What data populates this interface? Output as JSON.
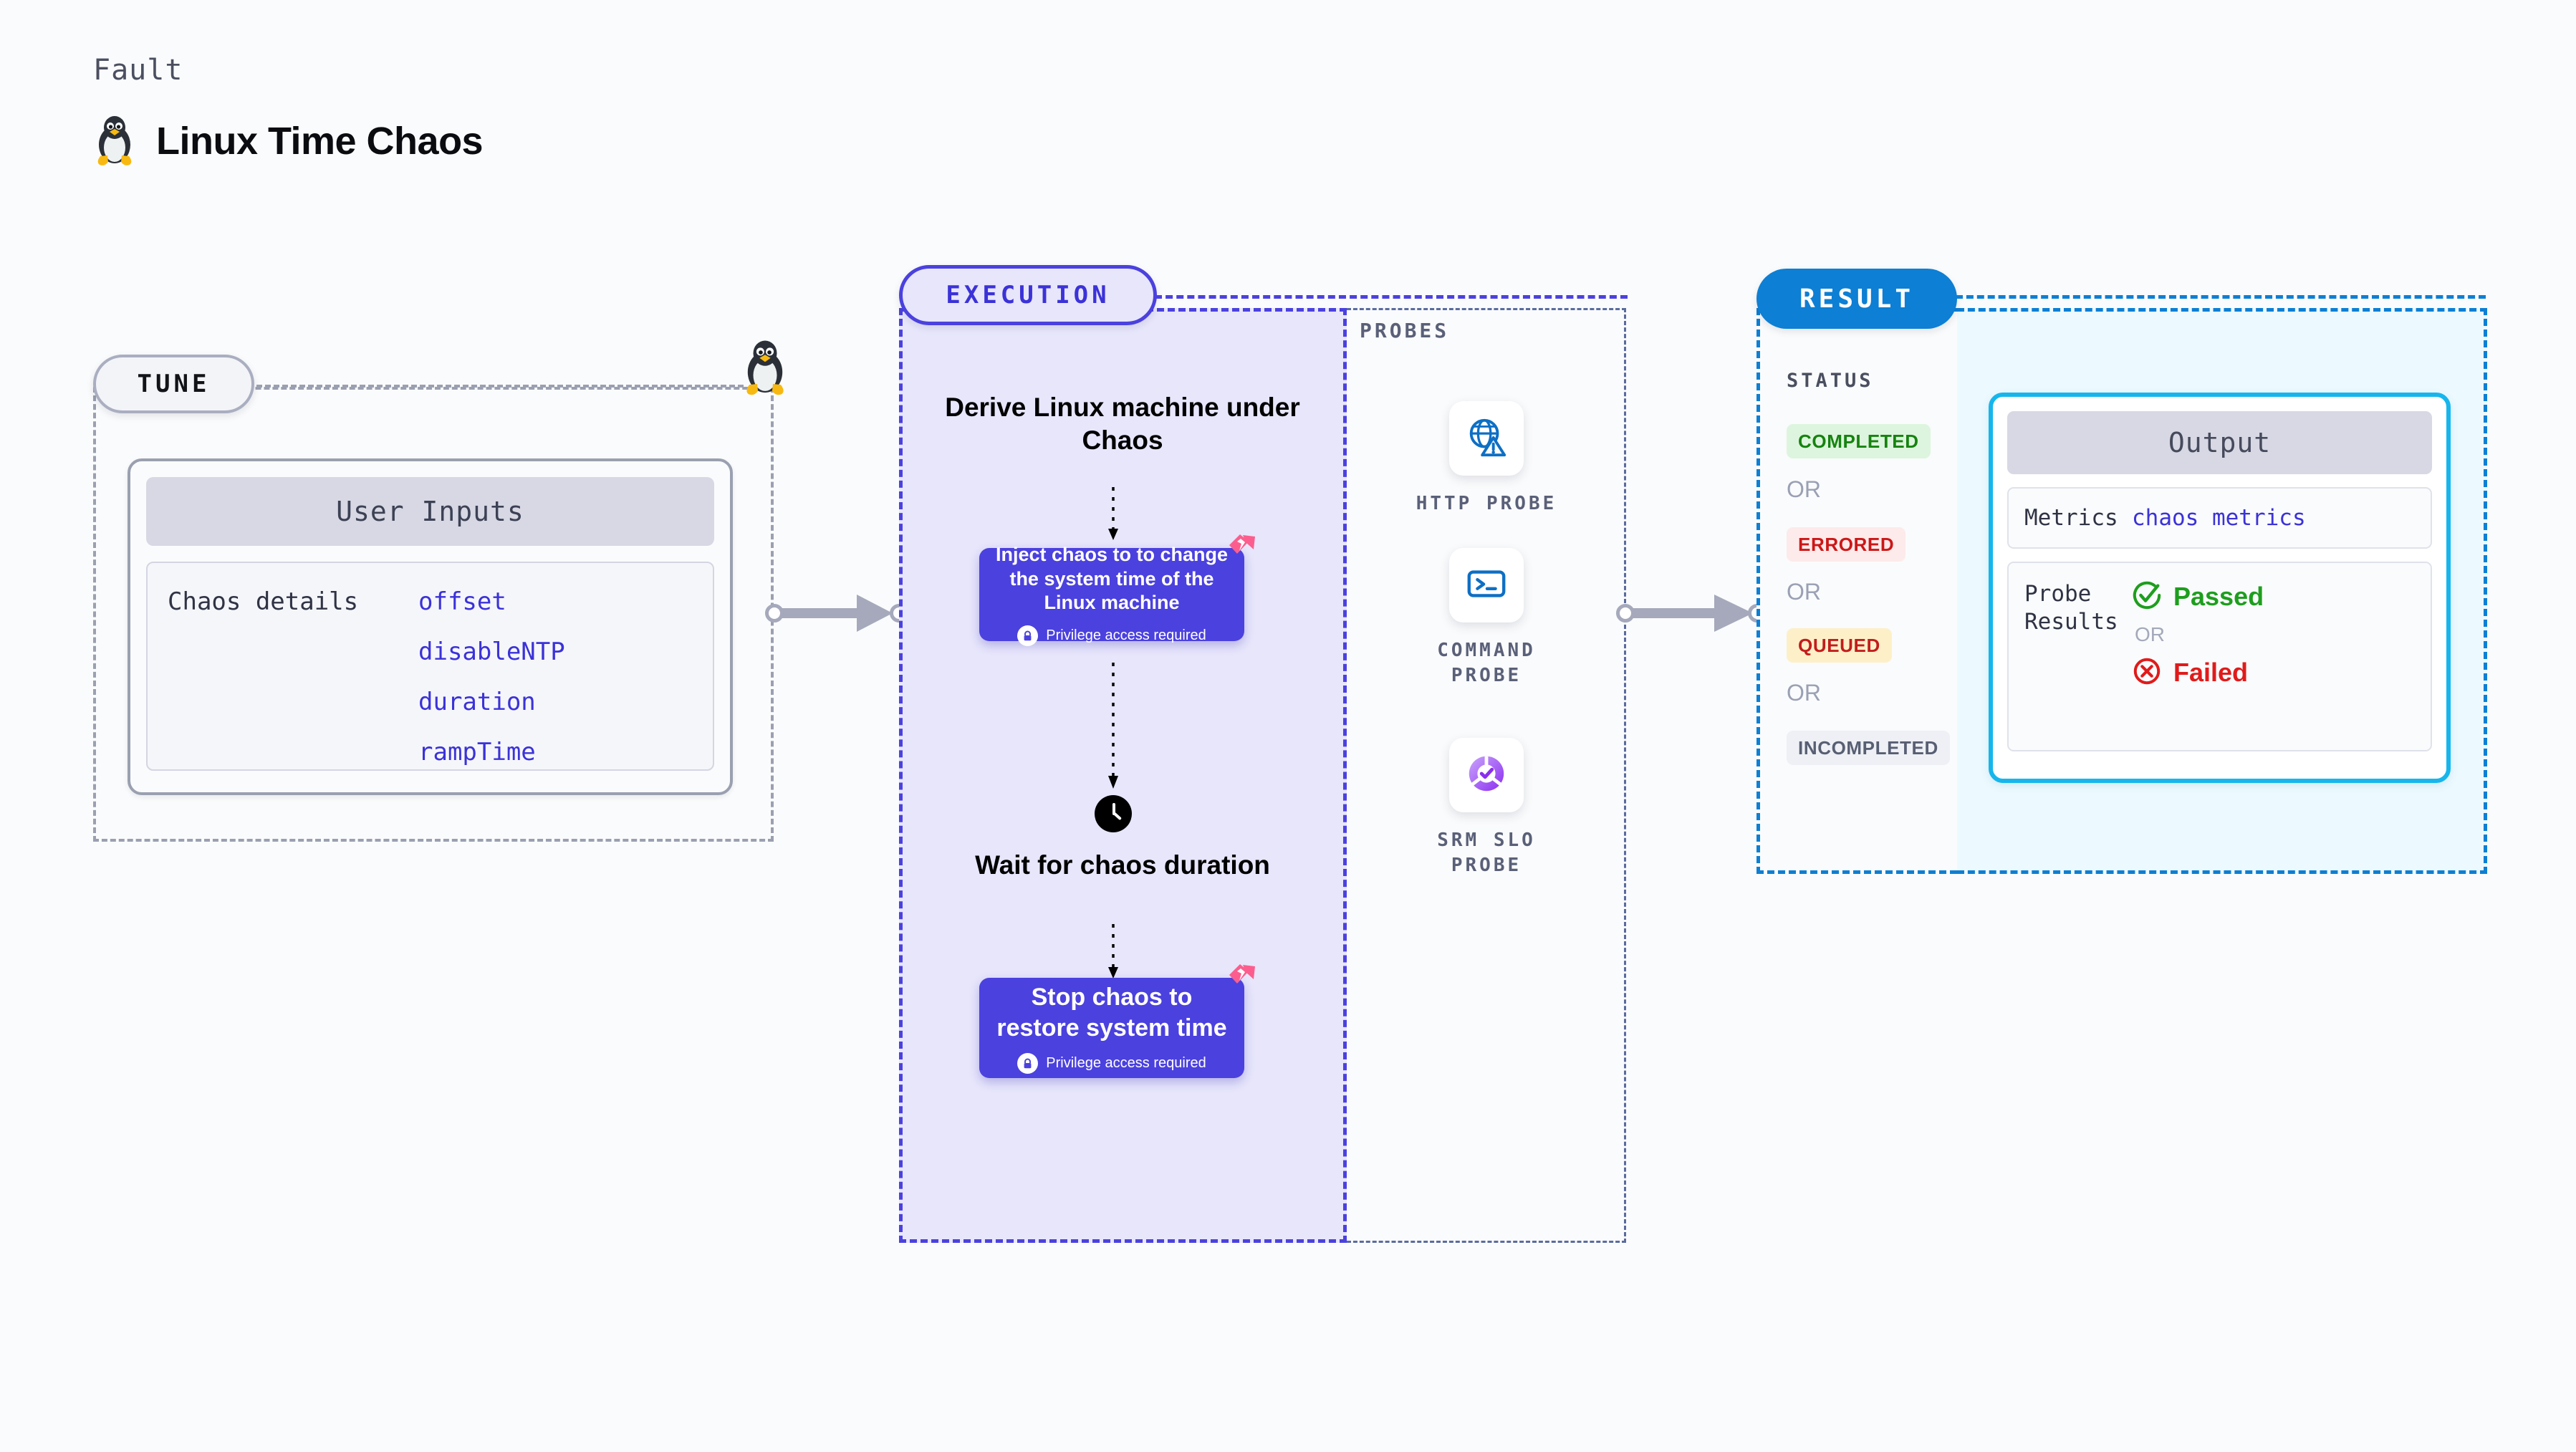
{
  "header": {
    "eyebrow": "Fault",
    "title": "Linux Time Chaos",
    "icon": "linux-penguin-icon"
  },
  "tune": {
    "pill_label": "TUNE",
    "card": {
      "header": "User Inputs",
      "details_label": "Chaos details",
      "parameters": [
        "offset",
        "disableNTP",
        "duration",
        "rampTime"
      ]
    }
  },
  "execution": {
    "pill_label": "EXECUTION",
    "steps": [
      {
        "type": "title",
        "text": "Derive Linux machine under Chaos"
      },
      {
        "type": "node",
        "text": "Inject chaos to to change the system time of the Linux machine",
        "privilege_note": "Privilege access required"
      },
      {
        "type": "title",
        "text": "Wait for chaos duration",
        "icon": "clock-icon"
      },
      {
        "type": "node",
        "text": "Stop chaos to restore system time",
        "privilege_note": "Privilege access required"
      }
    ]
  },
  "probes": {
    "label": "PROBES",
    "items": [
      {
        "label": "HTTP PROBE",
        "icon": "globe-warning-icon"
      },
      {
        "label": "COMMAND PROBE",
        "icon": "terminal-icon"
      },
      {
        "label": "SRM SLO PROBE",
        "icon": "slo-check-icon"
      }
    ]
  },
  "result": {
    "pill_label": "RESULT",
    "status_label": "STATUS",
    "or_label": "OR",
    "statuses": [
      {
        "label": "COMPLETED",
        "bg": "#ddf5de",
        "color": "#16830f"
      },
      {
        "label": "ERRORED",
        "bg": "#fdeaea",
        "color": "#cc1717"
      },
      {
        "label": "QUEUED",
        "bg": "#fdf0c8",
        "color": "#c21d1d"
      },
      {
        "label": "INCOMPLETED",
        "bg": "#eef0f5",
        "color": "#585f73"
      }
    ]
  },
  "output": {
    "header": "Output",
    "metrics_key": "Metrics",
    "metrics_value": "chaos metrics",
    "probe_results_key": "Probe Results",
    "passed_label": "Passed",
    "failed_label": "Failed",
    "or_label": "OR"
  },
  "colors": {
    "page_bg": "#fafbfc",
    "execution_fill": "#e7e6fb",
    "execution_border": "#4b41de",
    "node_fill": "#4b41de",
    "result_border": "#0d7fd4",
    "output_fill": "#ecfaff",
    "output_card_border": "#16b6ec",
    "tune_border": "#9aa0b0",
    "param_text": "#3b32d8",
    "chaos_badge": "#fb5e8e"
  }
}
